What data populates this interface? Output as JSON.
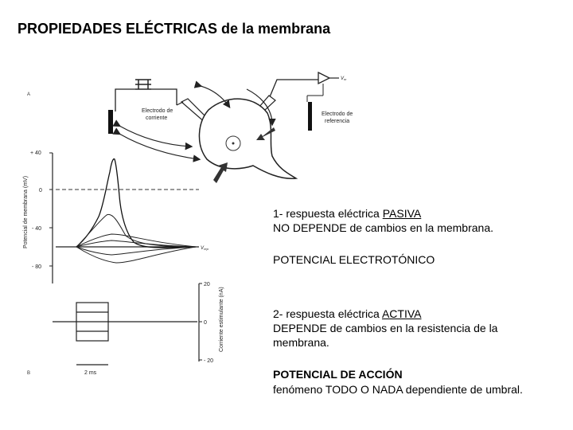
{
  "title": "PROPIEDADES ELÉCTRICAS de la membrana",
  "figure": {
    "panel_a": "A",
    "panel_b": "B",
    "electrodo_corriente": [
      "Electrodo de",
      "corriente"
    ],
    "electrodo_referencia": [
      "Electrodo de",
      "referencia"
    ],
    "vm_label": "V",
    "vm_sub": "m",
    "vrep_label": "V",
    "vrep_sub": "rep",
    "y_axis_potential": "Potencial de membrana (mV)",
    "y_ticks_potential": [
      "+ 40",
      "0",
      "- 40",
      "- 80"
    ],
    "y_axis_current": "Corriente estimulante (nA)",
    "y_ticks_current": [
      "20",
      "0",
      "- 20"
    ],
    "time_scale": "2 ms"
  },
  "pasiva": {
    "line1_prefix": "1- respuesta eléctrica ",
    "line1_keyword": "PASIVA",
    "line2": "NO DEPENDE de cambios en la membrana.",
    "heading": "POTENCIAL ELECTROTÓNICO"
  },
  "activa": {
    "line1_prefix": "2- respuesta eléctrica ",
    "line1_keyword": "ACTIVA",
    "line2": "DEPENDE de cambios en la resistencia de la",
    "line3": "membrana.",
    "heading": "POTENCIAL DE ACCIÓN",
    "line4": "fenómeno TODO O NADA dependiente de umbral."
  }
}
